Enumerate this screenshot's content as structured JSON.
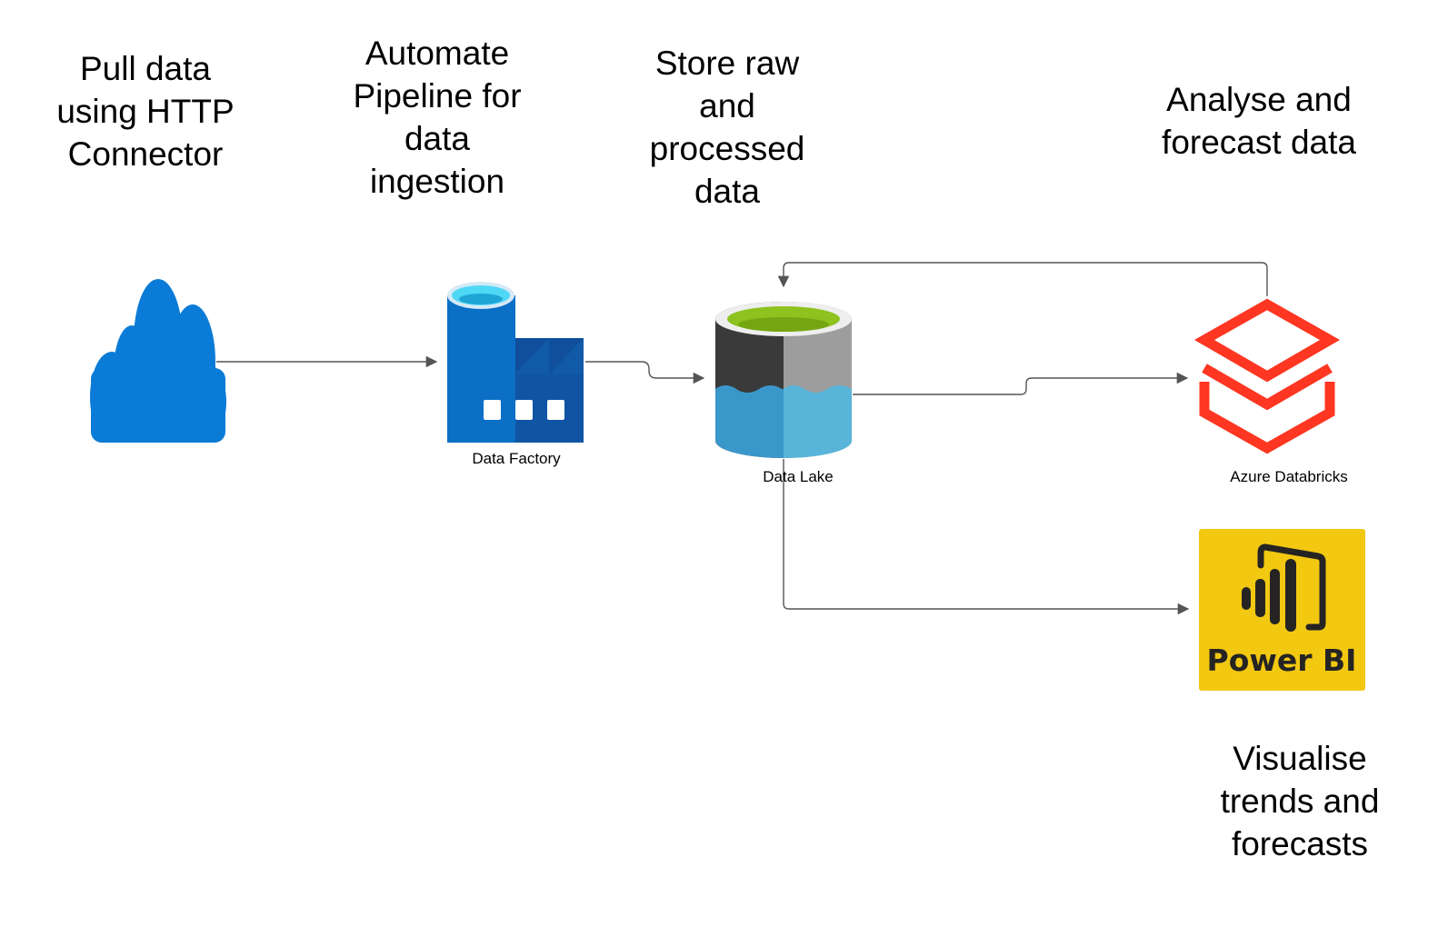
{
  "captions": {
    "pull": "Pull data\nusing HTTP\nConnector",
    "automate": "Automate\nPipeline for\ndata\ningestion",
    "store": "Store raw\nand\nprocessed\ndata",
    "analyse": "Analyse and\nforecast data",
    "visualise": "Visualise\ntrends and\nforecasts"
  },
  "nodes": {
    "http_source": {
      "icon": "cloud-icon",
      "color": "#0a7bd6"
    },
    "data_factory": {
      "label": "Data Factory",
      "icon": "data-factory-icon"
    },
    "data_lake": {
      "label": "Data Lake",
      "icon": "data-lake-icon"
    },
    "databricks": {
      "label": "Azure Databricks",
      "icon": "databricks-icon",
      "color": "#ff3621"
    },
    "power_bi": {
      "label": "Power BI",
      "icon": "power-bi-icon",
      "color": "#f2c811"
    }
  },
  "connectors": [
    {
      "from": "http_source",
      "to": "data_factory"
    },
    {
      "from": "data_factory",
      "to": "data_lake"
    },
    {
      "from": "data_lake",
      "to": "databricks"
    },
    {
      "from": "databricks",
      "to": "data_lake"
    },
    {
      "from": "data_lake",
      "to": "power_bi"
    }
  ],
  "colors": {
    "connector": "#555555",
    "lake_dark": "#3a3a3a",
    "lake_grey": "#9d9d9d",
    "lake_water": "#3a97c9",
    "lake_water_light": "#59b4d9",
    "lake_top": "#8dc21f",
    "factory_dark": "#0f4f9b",
    "factory_blue": "#0a6fc5",
    "factory_cyan": "#4fd8f5"
  }
}
